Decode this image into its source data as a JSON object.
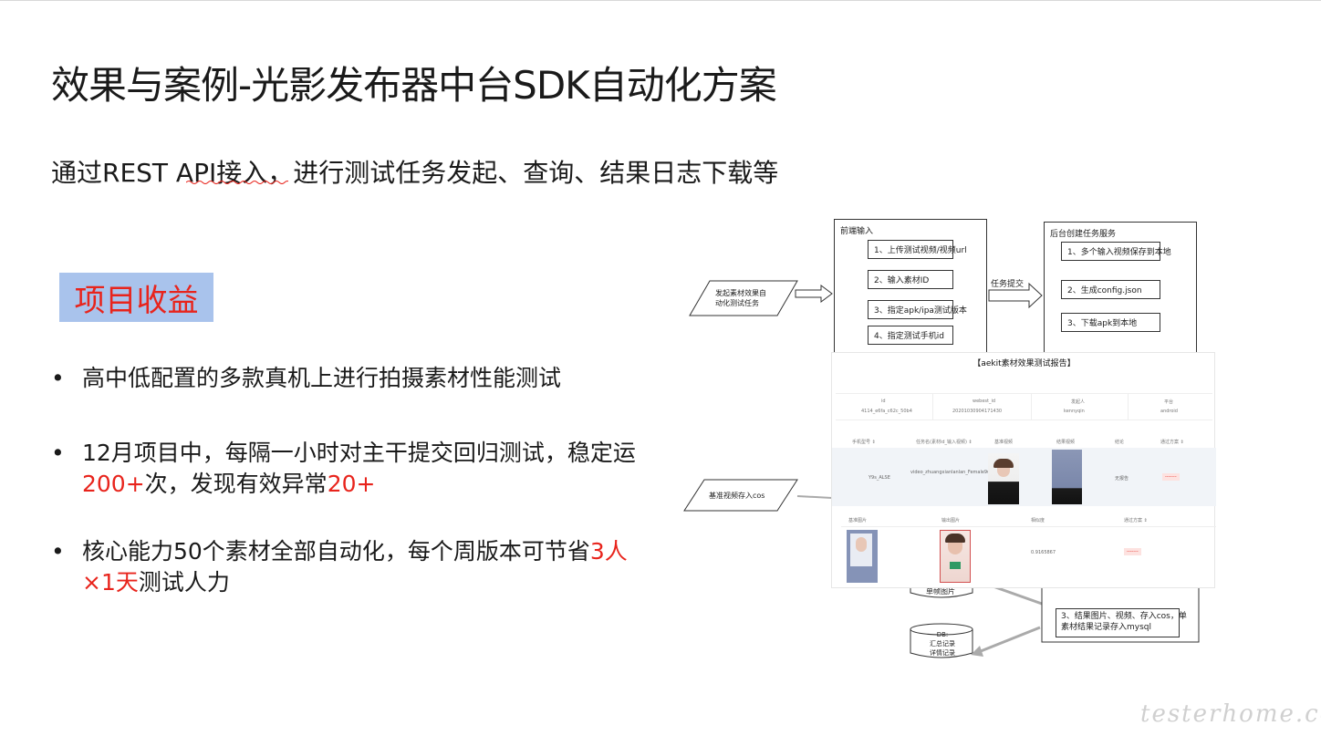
{
  "slide": {
    "title": "效果与案例-光影发布器中台SDK自动化方案",
    "subtitle": "通过REST API接入，进行测试任务发起、查询、结果日志下载等",
    "badge": "项目收益",
    "bullet_symbol": "•",
    "bullets": [
      {
        "lines": [
          [
            {
              "t": "高中低配置的多款真机上进行拍摄素材性能测试",
              "red": false
            }
          ]
        ]
      },
      {
        "lines": [
          [
            {
              "t": "12月项目中，每隔一小时对主干提交回归测试，稳定运",
              "red": false
            }
          ],
          [
            {
              "t": "200+",
              "red": true
            },
            {
              "t": "次，发现有效异常",
              "red": false
            },
            {
              "t": "20+",
              "red": true
            }
          ]
        ]
      },
      {
        "lines": [
          [
            {
              "t": "核心能力50个素材全部自动化，每个周版本可节省",
              "red": false
            },
            {
              "t": "3人",
              "red": true
            }
          ],
          [
            {
              "t": "×1天",
              "red": true
            },
            {
              "t": "测试人力",
              "red": false
            }
          ]
        ]
      }
    ]
  },
  "diagram": {
    "start_task": [
      "发起素材效果自",
      "动化测试任务"
    ],
    "frontend_title": "前端输入",
    "frontend_steps": [
      "1、上传测试视频/视频url",
      "2、输入素材ID",
      "3、指定apk/ipa测试版本",
      "4、指定测试手机id"
    ],
    "arrow_label": "任务提交",
    "backend_title": "后台创建任务服务",
    "backend_steps": [
      "1、多个输入视频保存到本地",
      "2、生成config.json",
      "3、下载apk到本地"
    ],
    "baseline": "基准视频存入cos",
    "single_frame": "单帧图片",
    "result_step": [
      "3、结果图片、视频、存入cos，单",
      "素材结果记录存入mysql"
    ],
    "db": [
      "DB:",
      "汇总记录",
      "详情记录"
    ]
  },
  "report": {
    "title": "【aekit素材效果测试报告】",
    "summary_headers": [
      "id",
      "webest_id",
      "发起人",
      "平台"
    ],
    "summary_values": [
      "4114_e6fa_c62c_50b4",
      "20201030904171430",
      "kennyqin",
      "android"
    ],
    "detail_headers": [
      "手机型号 ⇕",
      "任务名(素材id_输入视频) ⇕",
      "基准视频",
      "结果视频",
      "结论",
      "通过方案 ⇕"
    ],
    "detail_values": [
      "Y9s_ALSE",
      "video_zhuangxianlanlan_Female9u.mp4",
      "",
      "",
      "无报告",
      "-------"
    ],
    "image_headers": [
      "基准图片",
      "输出图片",
      "相似度",
      "通过方案 ⇕"
    ],
    "image_values": [
      "",
      "",
      "0.9165867",
      "-------"
    ]
  },
  "watermark": "testerhome.com",
  "colors": {
    "accent_red": "#e8241c",
    "badge_bg": "#a9c3ec"
  }
}
